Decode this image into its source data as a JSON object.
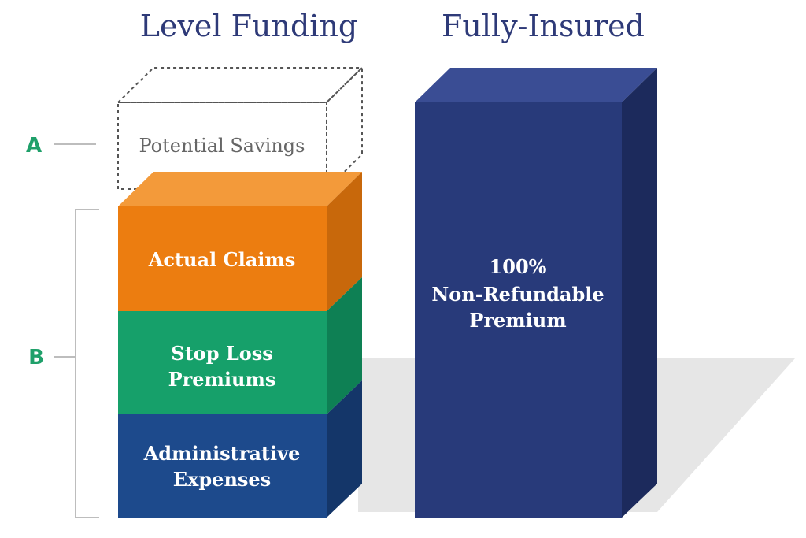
{
  "titles": {
    "left": "Level Funding",
    "right": "Fully-Insured"
  },
  "markers": {
    "a": "A",
    "b": "B"
  },
  "left_stack": {
    "savings": "Potential Savings",
    "claims": "Actual Claims",
    "stop_loss": [
      "Stop Loss",
      "Premiums"
    ],
    "admin": [
      "Administrative",
      "Expenses"
    ]
  },
  "right_block": {
    "lines": [
      "100%",
      "Non-Refundable",
      "Premium"
    ]
  },
  "colors": {
    "title": "#2e3a78",
    "marker": "#1fa06a",
    "orange_front": "#ec7d10",
    "orange_side": "#c8680b",
    "orange_top": "#f39a3a",
    "green_front": "#16a06a",
    "green_side": "#0e8054",
    "blue_front": "#1d4a8c",
    "blue_side": "#143669",
    "navy_front": "#283a7a",
    "navy_side": "#1c2a5c",
    "navy_top": "#3a4d94",
    "dotted": "#555555",
    "bracket": "#bdbdbd",
    "shadow": "#e6e6e6",
    "savings_text": "#666666"
  }
}
